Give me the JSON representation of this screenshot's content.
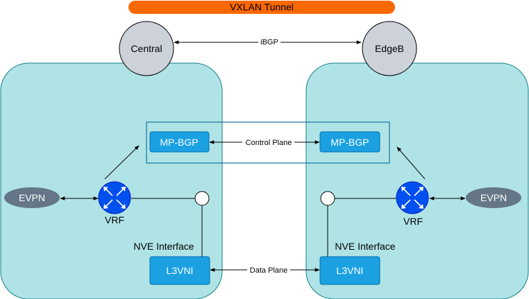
{
  "tunnel": {
    "label": "VXLAN Tunnel"
  },
  "routers": {
    "left": "Central",
    "right": "EdgeB"
  },
  "links": {
    "ibgp": "iBGP",
    "control_plane": "Control Plane",
    "data_plane": "Data Plane"
  },
  "left_site": {
    "mpbgp": "MP-BGP",
    "l3vni": "L3VNI",
    "evpn": "EVPN",
    "vrf": "VRF",
    "nve": "NVE Interface"
  },
  "right_site": {
    "mpbgp": "MP-BGP",
    "l3vni": "L3VNI",
    "evpn": "EVPN",
    "vrf": "VRF",
    "nve": "NVE Interface"
  },
  "colors": {
    "tunnel": "#fa6800",
    "site_fill": "#b0e3e6",
    "site_stroke": "#0e8088",
    "router_fill": "#cdd2da",
    "box_fill": "#1ba1e2",
    "box_stroke": "#006eaf",
    "vrf_fill": "#0050ef",
    "evpn_fill": "#647687",
    "control_plane_stroke": "#10739e"
  },
  "icons": {
    "vrf": "router-arrows-icon"
  }
}
